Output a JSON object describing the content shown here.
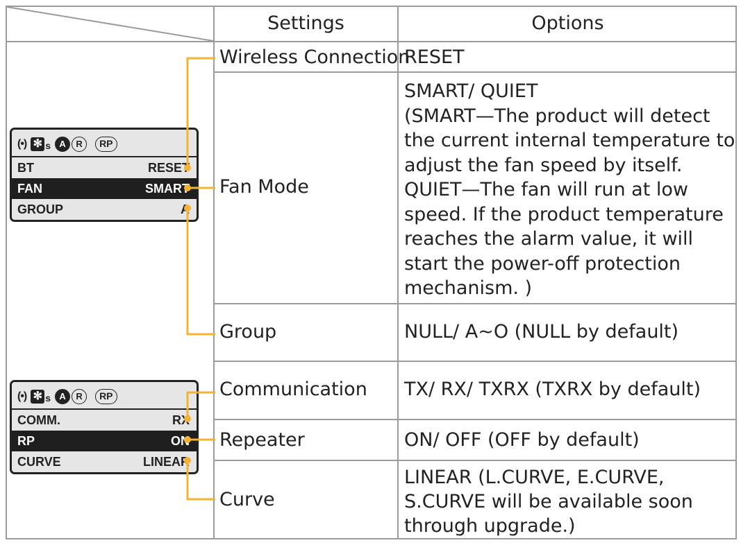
{
  "header": {
    "settings": "Settings",
    "options": "Options"
  },
  "rows": [
    {
      "setting": "Wireless Connection",
      "options": "RESET"
    },
    {
      "setting": "Fan Mode",
      "options": "SMART/ QUIET\n(SMART—The product will detect\nthe current internal temperature to\nadjust the fan speed by itself.\nQUIET—The fan will run at low\nspeed. If the product temperature\nreaches the alarm value, it will\nstart the power-off protection\nmechanism. )"
    },
    {
      "setting": "Group",
      "options": "NULL/ A~O (NULL by default)"
    },
    {
      "setting": "Communication",
      "options": "TX/ RX/ TXRX (TXRX by default)"
    },
    {
      "setting": "Repeater",
      "options": "ON/ OFF (OFF by default)"
    },
    {
      "setting": "Curve",
      "options": "LINEAR (L.CURVE, E.CURVE,\nS.CURVE will be available soon\nthrough upgrade.)"
    }
  ],
  "display1": {
    "icons": {
      "wireless": "(•)",
      "fan_s": "s",
      "a": "A",
      "r": "R",
      "rp": "RP"
    },
    "rows": [
      {
        "label": "BT",
        "value": "RESET"
      },
      {
        "label": "FAN",
        "value": "SMART"
      },
      {
        "label": "GROUP",
        "value": "A"
      }
    ]
  },
  "display2": {
    "icons": {
      "wireless": "(•)",
      "fan_s": "s",
      "a": "A",
      "r": "R",
      "rp": "RP"
    },
    "rows": [
      {
        "label": "COMM.",
        "value": "RX"
      },
      {
        "label": "RP",
        "value": "ON"
      },
      {
        "label": "CURVE",
        "value": "LINEAR"
      }
    ]
  },
  "colors": {
    "leader": "#f5b335",
    "grid": "#9b9b9b",
    "lcd_selected": "#1f1f1f"
  }
}
